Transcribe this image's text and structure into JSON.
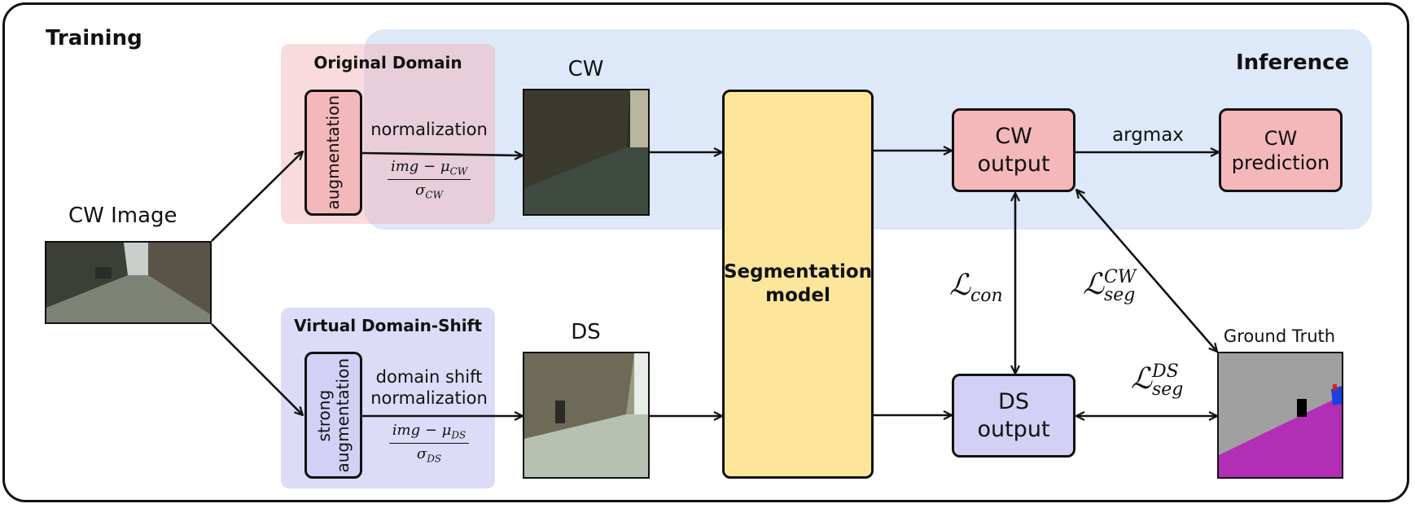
{
  "training_label": "Training",
  "inference_label": "Inference",
  "input": {
    "title": "CW Image"
  },
  "original_domain": {
    "title": "Original Domain",
    "aug_label": "augmentation",
    "norm_label": "normalization",
    "formula_num": "img − μ",
    "formula_num_sub": "CW",
    "formula_den": "σ",
    "formula_den_sub": "CW",
    "output_label": "CW"
  },
  "virtual_domain_shift": {
    "title": "Virtual Domain-Shift",
    "aug_label_1": "strong",
    "aug_label_2": "augmentation",
    "norm_label_1": "domain shift",
    "norm_label_2": "normalization",
    "formula_num": "img − μ",
    "formula_num_sub": "DS",
    "formula_den": "σ",
    "formula_den_sub": "DS",
    "output_label": "DS"
  },
  "model": {
    "line1": "Segmentation",
    "line2": "model"
  },
  "cw_output": {
    "line1": "CW",
    "line2": "output"
  },
  "ds_output": {
    "line1": "DS",
    "line2": "output"
  },
  "argmax_label": "argmax",
  "cw_prediction": {
    "line1": "CW",
    "line2": "prediction"
  },
  "ground_truth_label": "Ground Truth",
  "losses": {
    "con_symbol": "ℒ",
    "con_sub": "con",
    "seg_cw_symbol": "ℒ",
    "seg_cw_sub": "seg",
    "seg_cw_sup": "CW",
    "seg_ds_symbol": "ℒ",
    "seg_ds_sub": "seg",
    "seg_ds_sup": "DS"
  },
  "colors": {
    "inference_bg": "#dde8f8",
    "original_bg": "#f4b8bb",
    "vds_bg": "#dcdcf8",
    "model": "#fde59a",
    "cw_box": "#f4b8bb",
    "ds_box": "#d2d0f5",
    "gt_gray": "#a0a0a0",
    "gt_magenta": "#b22eb5",
    "gt_blue": "#1a3fe0"
  }
}
